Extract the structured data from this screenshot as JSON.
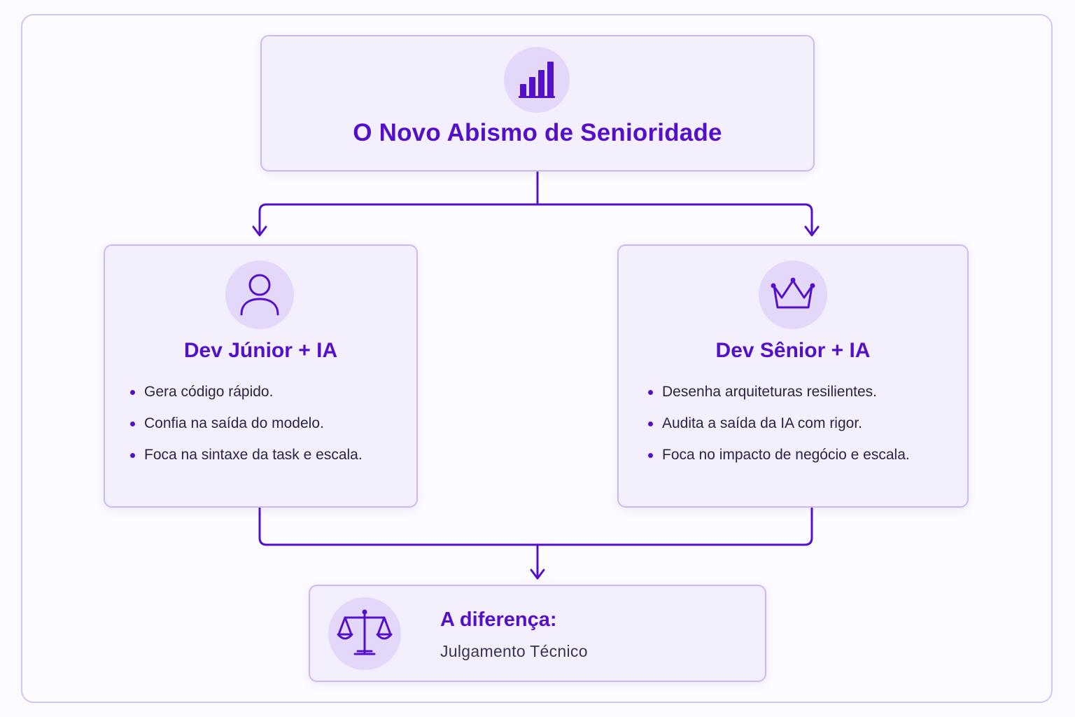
{
  "title": "O Novo Abismo de Senioridade",
  "junior": {
    "title": "Dev Júnior + IA",
    "items": [
      "Gera código rápido.",
      "Confia na saída do modelo.",
      "Foca na sintaxe da task e escala."
    ]
  },
  "senior": {
    "title": "Dev Sênior + IA",
    "items": [
      "Desenha arquiteturas resilientes.",
      "Audita a saída da IA com rigor.",
      "Foca no impacto de negócio e escala."
    ]
  },
  "difference": {
    "title": "A diferença:",
    "subtitle": "Julgamento Técnico"
  },
  "colors": {
    "accent": "#5410c9",
    "card_fill": "#f3effd",
    "card_border": "#cdb9ef",
    "icon_circle": "#e4d8fa"
  },
  "icons": [
    "bar-chart-icon",
    "user-icon",
    "crown-icon",
    "scales-icon"
  ]
}
